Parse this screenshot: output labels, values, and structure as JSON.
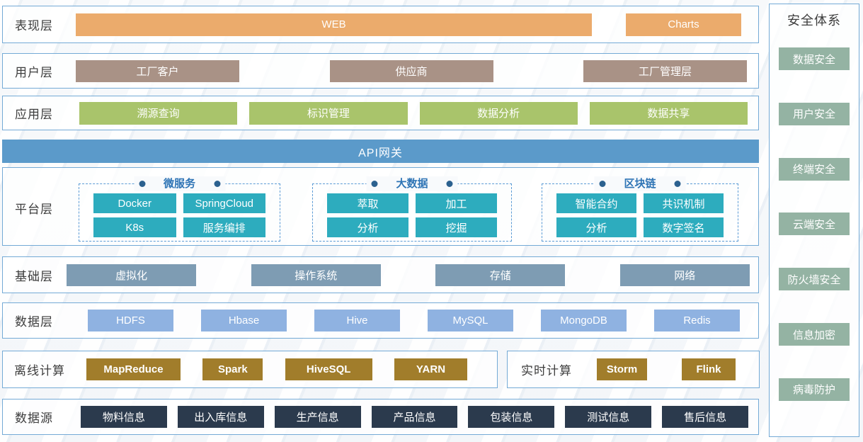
{
  "layers": {
    "presentation": {
      "label": "表现层",
      "items": [
        "WEB",
        "Charts"
      ]
    },
    "user": {
      "label": "用户层",
      "items": [
        "工厂客户",
        "供应商",
        "工厂管理层"
      ]
    },
    "application": {
      "label": "应用层",
      "items": [
        "溯源查询",
        "标识管理",
        "数据分析",
        "数据共享"
      ]
    },
    "api_gateway": {
      "label": "API网关"
    },
    "platform": {
      "label": "平台层",
      "groups": [
        {
          "title": "微服务",
          "items": [
            "Docker",
            "SpringCloud",
            "K8s",
            "服务编排"
          ]
        },
        {
          "title": "大数据",
          "items": [
            "萃取",
            "加工",
            "分析",
            "挖掘"
          ]
        },
        {
          "title": "区块链",
          "items": [
            "智能合约",
            "共识机制",
            "分析",
            "数字签名"
          ]
        }
      ]
    },
    "infrastructure": {
      "label": "基础层",
      "items": [
        "虚拟化",
        "操作系统",
        "存储",
        "网络"
      ]
    },
    "data_layer": {
      "label": "数据层",
      "items": [
        "HDFS",
        "Hbase",
        "Hive",
        "MySQL",
        "MongoDB",
        "Redis"
      ]
    },
    "offline": {
      "label": "离线计算",
      "items": [
        "MapReduce",
        "Spark",
        "HiveSQL",
        "YARN"
      ]
    },
    "realtime": {
      "label": "实时计算",
      "items": [
        "Storm",
        "Flink"
      ]
    },
    "datasource": {
      "label": "数据源",
      "items": [
        "物料信息",
        "出入库信息",
        "生产信息",
        "产品信息",
        "包装信息",
        "测试信息",
        "售后信息"
      ]
    }
  },
  "security": {
    "title": "安全体系",
    "items": [
      "数据安全",
      "用户安全",
      "终端安全",
      "云端安全",
      "防火墙安全",
      "信息加密",
      "病毒防护"
    ]
  },
  "colors": {
    "presentation": "#ebab6c",
    "user": "#a99286",
    "application": "#a9c46b",
    "api_gateway": "#5b9aca",
    "platform": "#2dacbe",
    "infrastructure": "#7e9cb3",
    "data_layer": "#8fb2e1",
    "computing": "#a17d2b",
    "datasource": "#2b3a4d",
    "security": "#94b3a3",
    "panel_border": "#74aad6",
    "group_accent": "#2e74b5"
  }
}
